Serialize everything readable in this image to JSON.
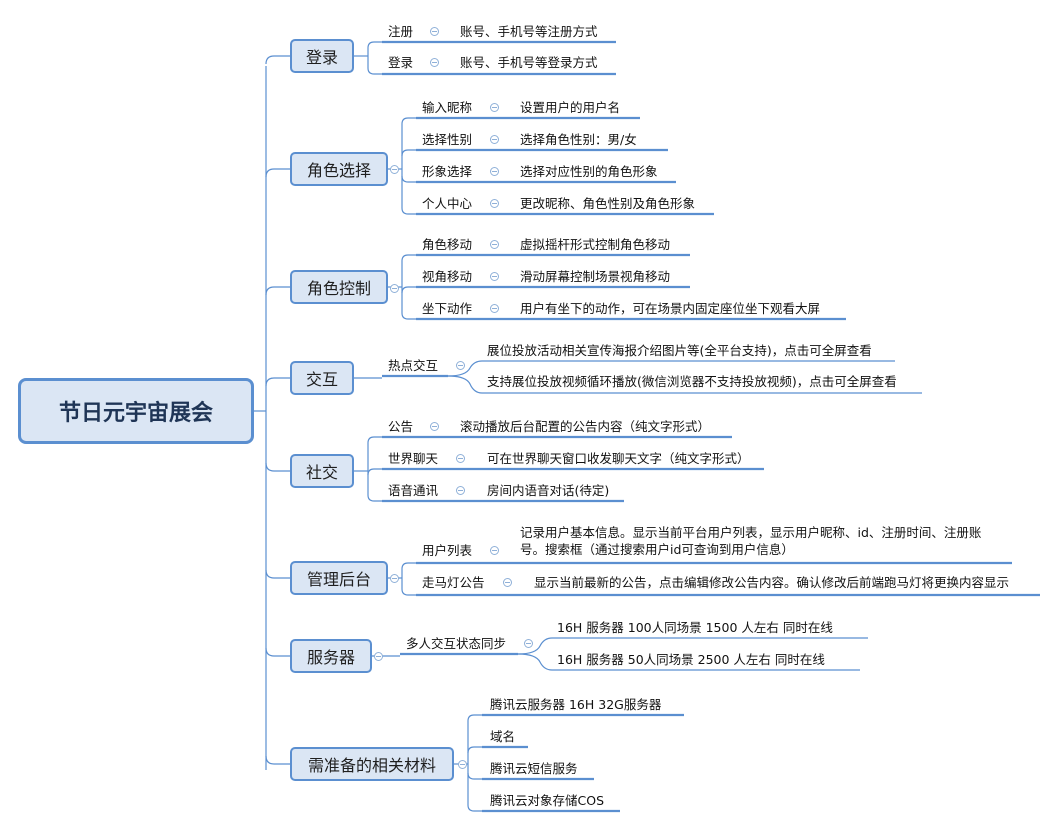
{
  "root": "节日元宇宙展会",
  "branches": [
    {
      "label": "登录",
      "children": [
        {
          "label": "注册",
          "detail": "账号、手机号等注册方式"
        },
        {
          "label": "登录",
          "detail": "账号、手机号等登录方式"
        }
      ]
    },
    {
      "label": "角色选择",
      "children": [
        {
          "label": "输入昵称",
          "detail": "设置用户的用户名"
        },
        {
          "label": "选择性别",
          "detail": "选择角色性别：男/女"
        },
        {
          "label": "形象选择",
          "detail": "选择对应性别的角色形象"
        },
        {
          "label": "个人中心",
          "detail": "更改昵称、角色性别及角色形象"
        }
      ]
    },
    {
      "label": "角色控制",
      "children": [
        {
          "label": "角色移动",
          "detail": "虚拟摇杆形式控制角色移动"
        },
        {
          "label": "视角移动",
          "detail": "滑动屏幕控制场景视角移动"
        },
        {
          "label": "坐下动作",
          "detail": "用户有坐下的动作，可在场景内固定座位坐下观看大屏"
        }
      ]
    },
    {
      "label": "交互",
      "children": [
        {
          "label": "热点交互",
          "details": [
            "展位投放活动相关宣传海报介绍图片等(全平台支持)，点击可全屏查看",
            "支持展位投放视频循环播放(微信浏览器不支持投放视频)，点击可全屏查看"
          ]
        }
      ]
    },
    {
      "label": "社交",
      "children": [
        {
          "label": "公告",
          "detail": "滚动播放后台配置的公告内容（纯文字形式）"
        },
        {
          "label": "世界聊天",
          "detail": "可在世界聊天窗口收发聊天文字（纯文字形式）"
        },
        {
          "label": "语音通讯",
          "detail": "房间内语音对话(待定)"
        }
      ]
    },
    {
      "label": "管理后台",
      "children": [
        {
          "label": "用户列表",
          "detail": "记录用户基本信息。显示当前平台用户列表，显示用户昵称、id、注册时间、注册账号。搜索框（通过搜索用户id可查询到用户信息）"
        },
        {
          "label": "走马灯公告",
          "detail": "显示当前最新的公告，点击编辑修改公告内容。确认修改后前端跑马灯将更换内容显示"
        }
      ]
    },
    {
      "label": "服务器",
      "children": [
        {
          "label": "多人交互状态同步",
          "details": [
            "16H 服务器  100人同场景   1500 人左右  同时在线",
            "16H 服务器  50人同场景   2500 人左右  同时在线"
          ]
        }
      ]
    },
    {
      "label": "需准备的相关材料",
      "items": [
        "腾讯云服务器  16H 32G服务器",
        "域名",
        "腾讯云短信服务",
        "腾讯云对象存储COS"
      ]
    }
  ]
}
